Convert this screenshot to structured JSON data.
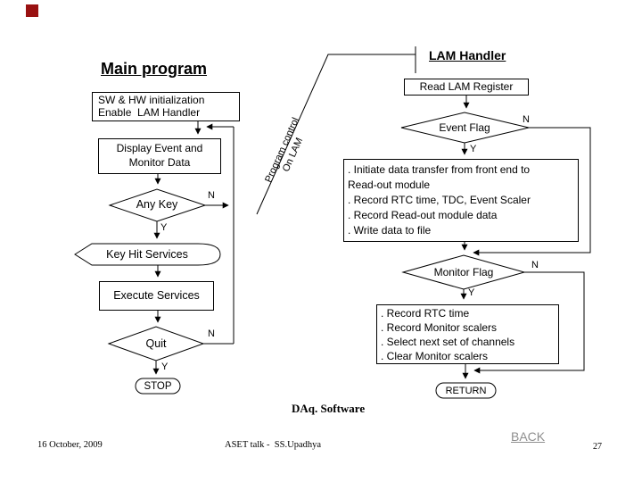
{
  "slide": {
    "marker_color": "#991111",
    "caption": "DAq. Software",
    "footer": {
      "date": "16 October, 2009",
      "talk": "ASET talk -  SS.Upadhya",
      "page": "27",
      "back": "BACK",
      "back_color": "#8f8f8f"
    }
  },
  "main_program": {
    "title": "Main program",
    "init_line1": "SW & HW initialization",
    "init_line2": "Enable  LAM Handler",
    "display_line1": "Display Event and",
    "display_line2": "Monitor Data",
    "any_key": "Any Key",
    "key_hit": "Key Hit Services",
    "execute": "Execute Services",
    "quit": "Quit",
    "stop": "STOP"
  },
  "lam_handler": {
    "title": "LAM Handler",
    "read_register": "Read LAM Register",
    "event_flag": "Event Flag",
    "event_actions": [
      ". Initiate data transfer from front end to",
      "Read-out module",
      ". Record RTC time, TDC, Event Scaler",
      ". Record Read-out module data",
      ". Write data to file"
    ],
    "monitor_flag": "Monitor Flag",
    "monitor_actions": [
      ". Record RTC time",
      ". Record Monitor scalers",
      ". Select next set of channels",
      ". Clear Monitor scalers"
    ],
    "return_label": "RETURN"
  },
  "connector": {
    "line1": "Program control",
    "line2": "On LAM"
  },
  "branch": {
    "yes": "Y",
    "no": "N"
  }
}
